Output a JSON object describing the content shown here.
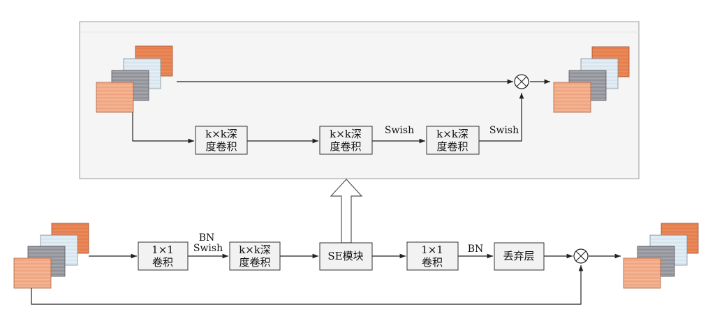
{
  "se_module": {
    "boxes": [
      {
        "line1": "k×k深",
        "line2": "度卷积"
      },
      {
        "line1": "k×k深",
        "line2": "度卷积"
      },
      {
        "line1": "k×k深",
        "line2": "度卷积"
      }
    ],
    "labels": {
      "swish_1": "Swish",
      "swish_2": "Swish"
    }
  },
  "main_path": {
    "boxes": {
      "conv1x1_a": {
        "line1": "1×1",
        "line2": "卷积"
      },
      "dwconv": {
        "line1": "k×k深",
        "line2": "度卷积"
      },
      "se": {
        "text": "SE模块"
      },
      "conv1x1_b": {
        "line1": "1×1",
        "line2": "卷积"
      },
      "dropout": {
        "text": "丢弃层"
      }
    },
    "labels": {
      "bn_1": "BN",
      "swish": "Swish",
      "bn_2": "BN"
    }
  },
  "colors": {
    "orange": "#e8804f",
    "light_blue": "#d4e3ee",
    "gray": "#8e8f96",
    "salmon": "#f0a27c",
    "panel_bg": "#f5f5f5",
    "box_bg": "#f2f2f2",
    "line": "#222222"
  }
}
